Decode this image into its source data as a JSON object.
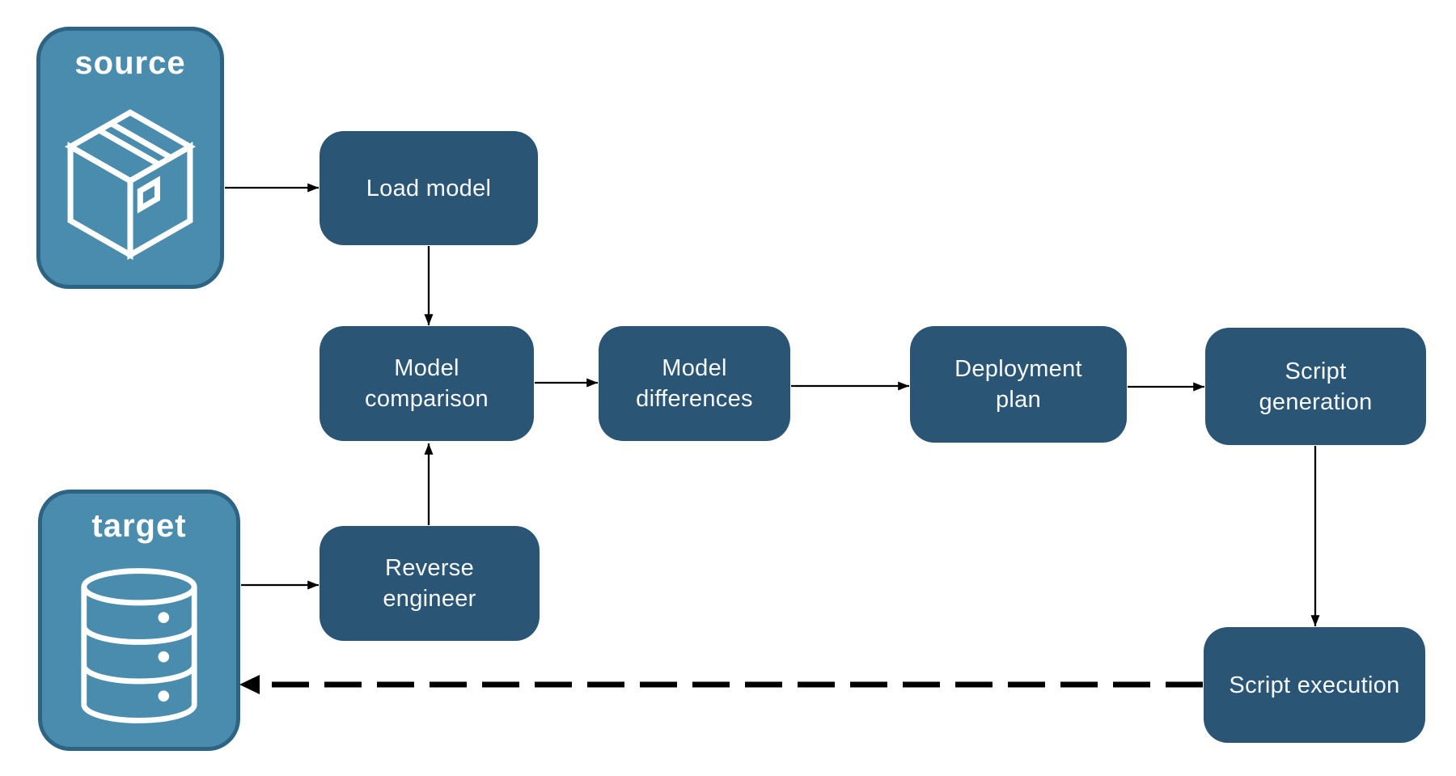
{
  "colors": {
    "background": "#FFFFFF",
    "node_fill": "#2B5574",
    "node_text": "#F7F9FA",
    "endpoint_fill": "#4A8CAD",
    "endpoint_border": "#2E6483",
    "arrow": "#000000"
  },
  "endpoints": {
    "source": {
      "label": "source",
      "icon": "package-icon"
    },
    "target": {
      "label": "target",
      "icon": "database-icon"
    }
  },
  "nodes": {
    "load_model": {
      "label": "Load model"
    },
    "model_comparison": {
      "label": "Model comparison"
    },
    "model_differences": {
      "label": "Model differences"
    },
    "deployment_plan": {
      "label": "Deployment plan"
    },
    "script_generation": {
      "label": "Script generation"
    },
    "reverse_engineer": {
      "label": "Reverse engineer"
    },
    "script_execution": {
      "label": "Script execution"
    }
  },
  "edges": [
    {
      "from": "source",
      "to": "load_model",
      "style": "solid"
    },
    {
      "from": "load_model",
      "to": "model_comparison",
      "style": "solid"
    },
    {
      "from": "model_comparison",
      "to": "model_differences",
      "style": "solid"
    },
    {
      "from": "model_differences",
      "to": "deployment_plan",
      "style": "solid"
    },
    {
      "from": "deployment_plan",
      "to": "script_generation",
      "style": "solid"
    },
    {
      "from": "script_generation",
      "to": "script_execution",
      "style": "solid"
    },
    {
      "from": "target",
      "to": "reverse_engineer",
      "style": "solid"
    },
    {
      "from": "reverse_engineer",
      "to": "model_comparison",
      "style": "solid"
    },
    {
      "from": "script_execution",
      "to": "target",
      "style": "dashed"
    }
  ]
}
